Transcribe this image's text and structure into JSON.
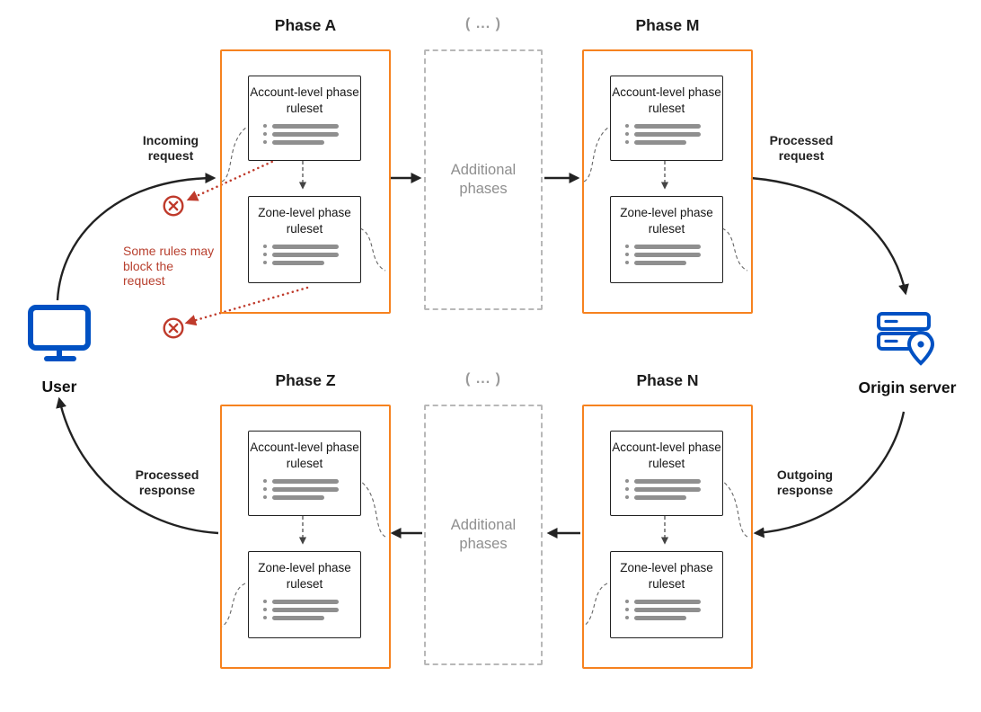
{
  "colors": {
    "phase_border": "#f6821f",
    "arrow": "#222222",
    "warning_red": "#b8402f",
    "muted_gray": "#8f8f8f",
    "icon_blue": "#0051c3"
  },
  "phases": [
    {
      "title": "Phase A"
    },
    {
      "title": "Phase M"
    },
    {
      "title": "Phase Z"
    },
    {
      "title": "Phase N"
    }
  ],
  "ruleset_labels": {
    "account": "Account-level phase ruleset",
    "zone": "Zone-level phase ruleset"
  },
  "additional_phases": {
    "ellipsis": "( ... )",
    "label": "Additional phases"
  },
  "nodes": {
    "user_label": "User",
    "origin_label": "Origin server",
    "user_icon": "monitor-icon",
    "origin_icon": "server-location-pin-icon"
  },
  "flow_labels": {
    "incoming_request": "Incoming request",
    "processed_request": "Processed request",
    "outgoing_response": "Outgoing response",
    "processed_response": "Processed response"
  },
  "warning": {
    "blocked_icon": "circle-x-icon",
    "text": "Some rules may block the request"
  }
}
